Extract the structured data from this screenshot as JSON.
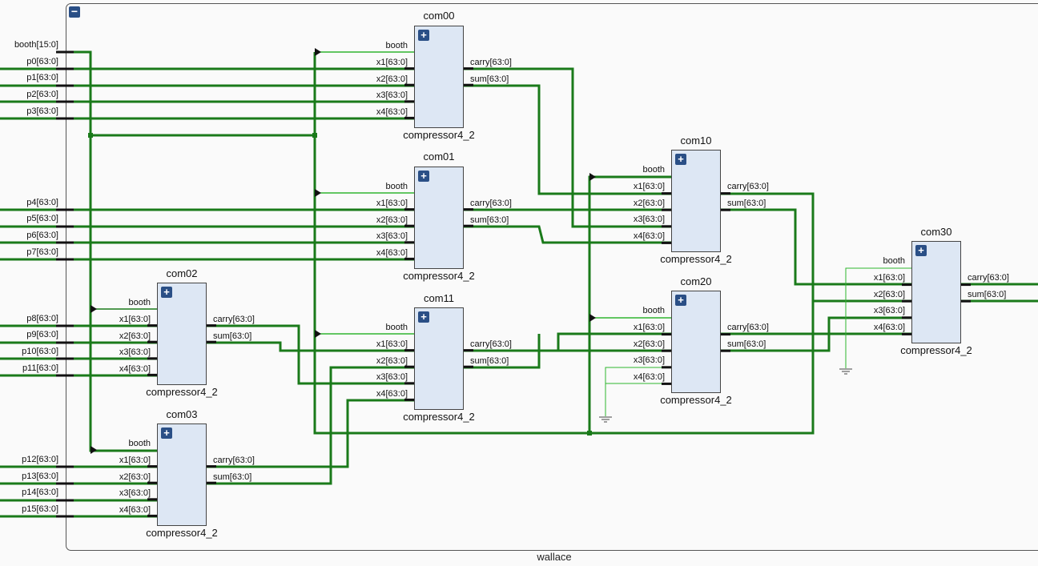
{
  "container": {
    "name": "wallace",
    "collapse_icon": "−"
  },
  "top_ports": [
    "booth[15:0]",
    "p0[63:0]",
    "p1[63:0]",
    "p2[63:0]",
    "p3[63:0]",
    "p4[63:0]",
    "p5[63:0]",
    "p6[63:0]",
    "p7[63:0]",
    "p8[63:0]",
    "p9[63:0]",
    "p10[63:0]",
    "p11[63:0]",
    "p12[63:0]",
    "p13[63:0]",
    "p14[63:0]",
    "p15[63:0]"
  ],
  "instances": [
    {
      "name": "com00",
      "type": "compressor4_2",
      "expand_icon": "+"
    },
    {
      "name": "com01",
      "type": "compressor4_2",
      "expand_icon": "+"
    },
    {
      "name": "com02",
      "type": "compressor4_2",
      "expand_icon": "+"
    },
    {
      "name": "com03",
      "type": "compressor4_2",
      "expand_icon": "+"
    },
    {
      "name": "com11",
      "type": "compressor4_2",
      "expand_icon": "+"
    },
    {
      "name": "com10",
      "type": "compressor4_2",
      "expand_icon": "+"
    },
    {
      "name": "com20",
      "type": "compressor4_2",
      "expand_icon": "+"
    },
    {
      "name": "com30",
      "type": "compressor4_2",
      "expand_icon": "+"
    }
  ],
  "pins": {
    "inputs": [
      "booth",
      "x1[63:0]",
      "x2[63:0]",
      "x3[63:0]",
      "x4[63:0]"
    ],
    "outputs": [
      "carry[63:0]",
      "sum[63:0]"
    ]
  },
  "colors": {
    "bus": "#1a7a1a",
    "net": "#2fb52f",
    "block_fill": "#dde7f4",
    "button": "#2a4f86"
  }
}
